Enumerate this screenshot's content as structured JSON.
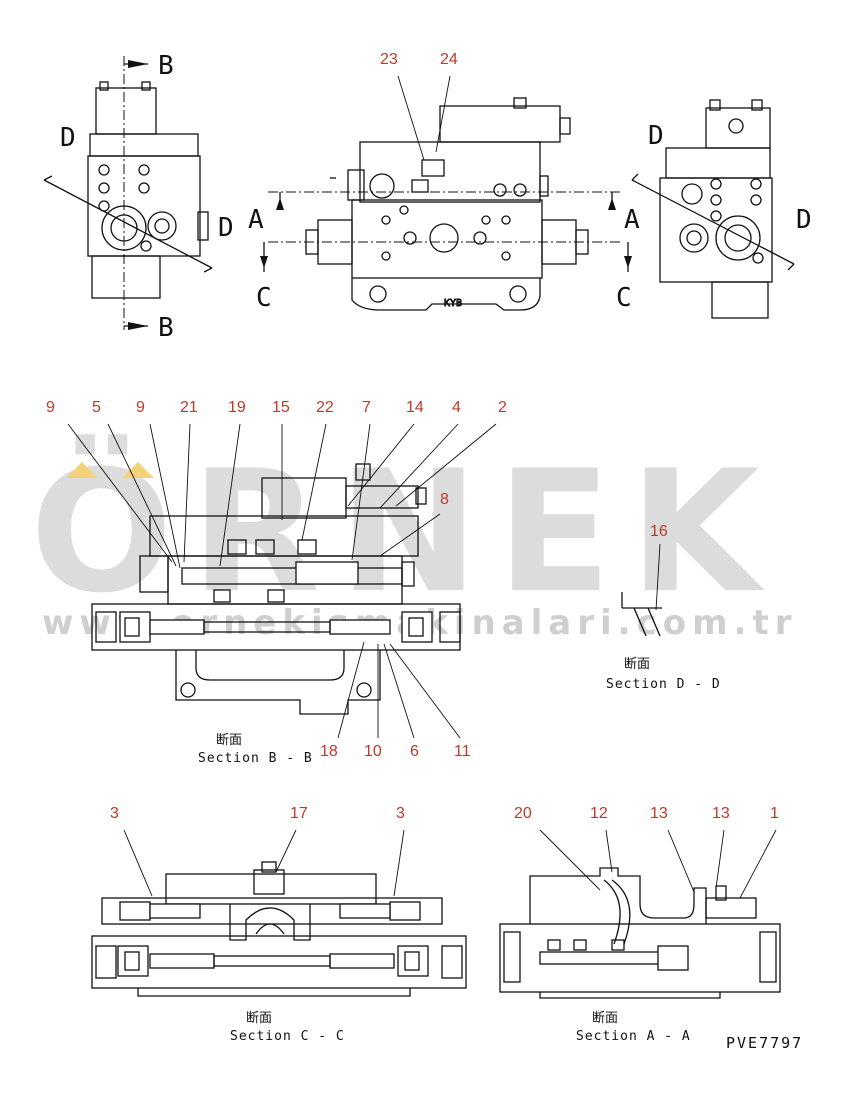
{
  "watermark": {
    "logo": "ÖRNEK",
    "url": "www.ornekismakinalari.com.tr"
  },
  "section_markers": {
    "B": "B",
    "D": "D",
    "A": "A",
    "C": "C"
  },
  "callouts": {
    "top": [
      "23",
      "24"
    ],
    "section_b": [
      "9",
      "5",
      "9",
      "21",
      "19",
      "15",
      "22",
      "7",
      "14",
      "4",
      "2",
      "8",
      "18",
      "10",
      "6",
      "11"
    ],
    "section_d": [
      "16"
    ],
    "section_c": [
      "3",
      "17",
      "3"
    ],
    "section_a": [
      "20",
      "12",
      "13",
      "13",
      "1"
    ]
  },
  "captions": {
    "section_b": {
      "jp": "断面",
      "en": "Section B - B"
    },
    "section_d": {
      "jp": "断面",
      "en": "Section D - D"
    },
    "section_c": {
      "jp": "断面",
      "en": "Section C - C"
    },
    "section_a": {
      "jp": "断面",
      "en": "Section A - A"
    }
  },
  "drawing_code": "PVE7797"
}
